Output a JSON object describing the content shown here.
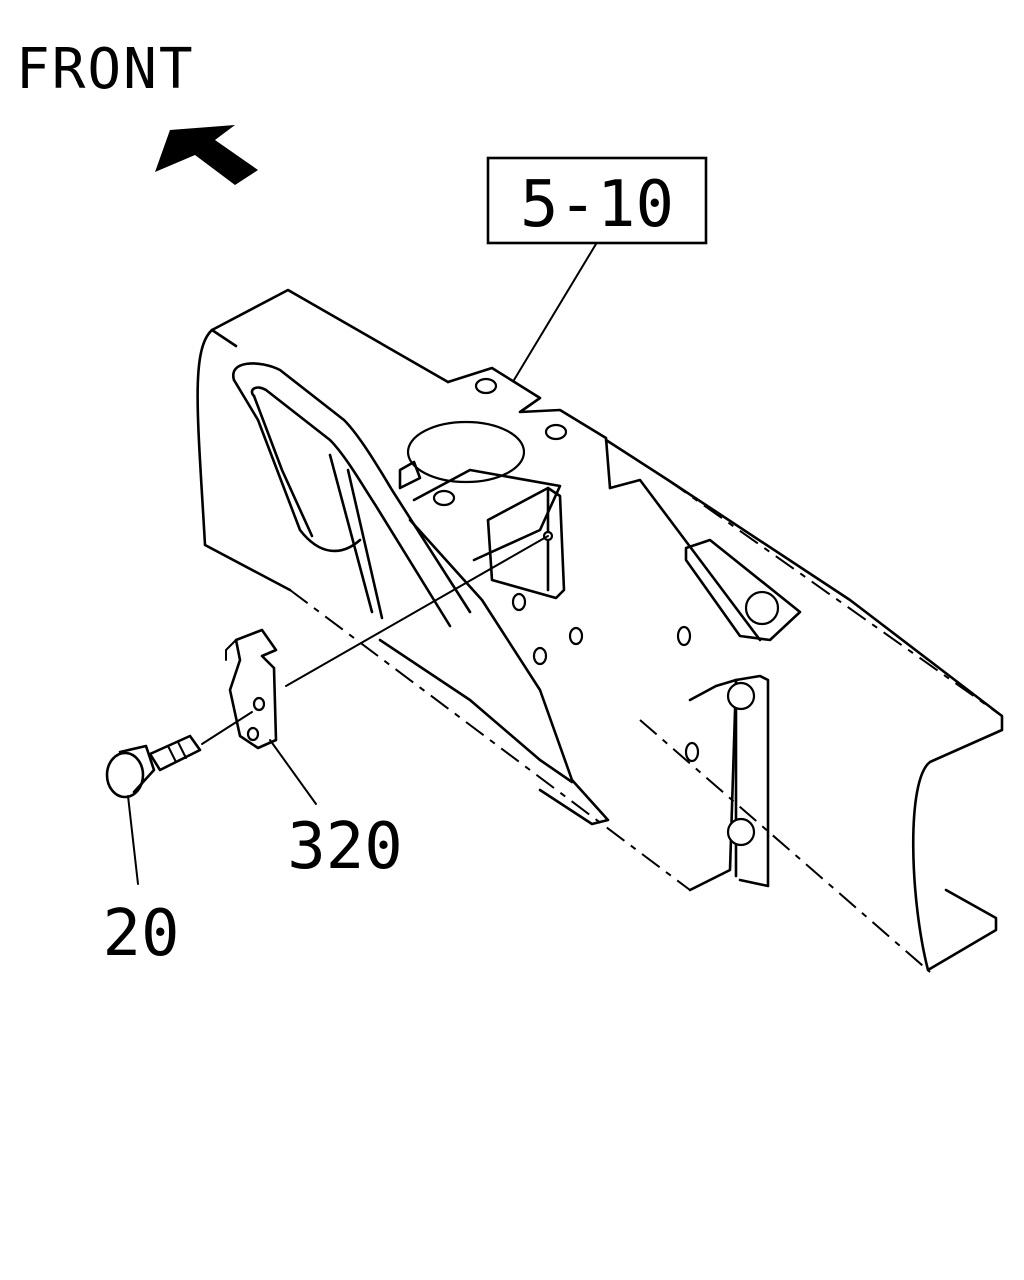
{
  "orientation": {
    "label": "FRONT",
    "icon": "front-arrow-icon"
  },
  "callouts": {
    "assembly_ref": "5-10",
    "bracket": "320",
    "bolt": "20"
  },
  "colors": {
    "line": "#000000",
    "background": "#ffffff"
  }
}
